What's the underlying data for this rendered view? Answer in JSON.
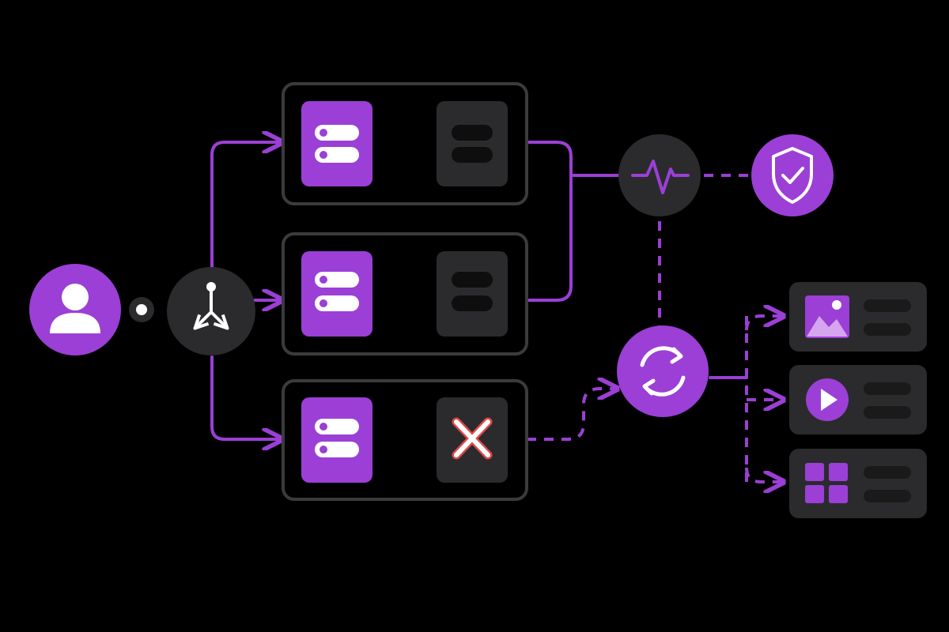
{
  "colors": {
    "background": "#000000",
    "accent": "#9b3fd6",
    "accent_light": "#b25ce6",
    "node_dark": "#2b2b2d",
    "panel_stroke": "#3b3b3e",
    "icon_white": "#ffffff",
    "muted_line": "#5a5a5e",
    "error_red": "#e04848"
  },
  "nodes": {
    "user": {
      "icon": "user-icon"
    },
    "splitter": {
      "icon": "branch-split-icon"
    },
    "monitor": {
      "icon": "heartbeat-icon"
    },
    "security": {
      "icon": "shield-check-icon"
    },
    "sync": {
      "icon": "sync-icon"
    }
  },
  "replicas": [
    {
      "primary_icon": "server-icon",
      "secondary_icon": "server-icon",
      "status": "healthy"
    },
    {
      "primary_icon": "server-icon",
      "secondary_icon": "server-icon",
      "status": "healthy"
    },
    {
      "primary_icon": "server-icon",
      "secondary_icon": "close-icon",
      "status": "failed"
    }
  ],
  "outputs": [
    {
      "icon": "image-icon"
    },
    {
      "icon": "play-icon"
    },
    {
      "icon": "grid-icon"
    }
  ]
}
